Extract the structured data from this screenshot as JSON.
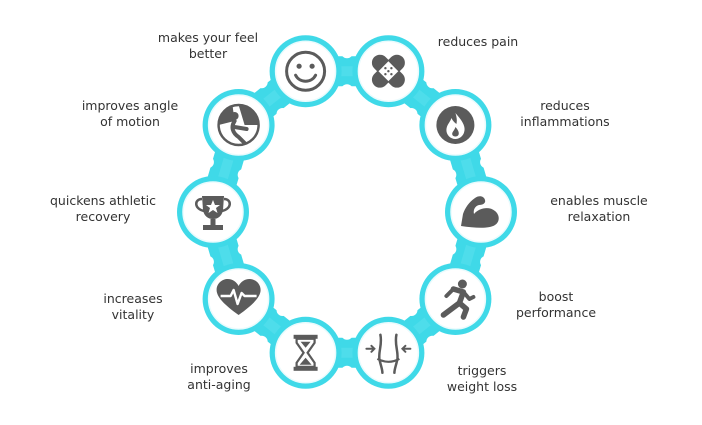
{
  "colors": {
    "ring": "#3fd9e8",
    "ring_light": "#6ae6f1",
    "node_fill": "#ffffff",
    "node_border": "#e9fbfd",
    "icon": "#5b5b5b",
    "text": "#333333"
  },
  "benefits": [
    {
      "id": "reduces-pain",
      "label": "reduces pain",
      "icon": "bandage-icon"
    },
    {
      "id": "reduces-inflammations",
      "label": "reduces\ninflammations",
      "icon": "flame-icon"
    },
    {
      "id": "enables-muscle-relaxation",
      "label": "enables muscle\nrelaxation",
      "icon": "flexed-arm-icon"
    },
    {
      "id": "boost-performance",
      "label": "boost\nperformance",
      "icon": "runner-icon"
    },
    {
      "id": "triggers-weight-loss",
      "label": "triggers\nweight loss",
      "icon": "waist-icon"
    },
    {
      "id": "improves-anti-aging",
      "label": "improves\nanti-aging",
      "icon": "hourglass-icon"
    },
    {
      "id": "increases-vitality",
      "label": "increases\nvitality",
      "icon": "heartbeat-icon"
    },
    {
      "id": "quickens-athletic-recovery",
      "label": "quickens athletic\nrecovery",
      "icon": "trophy-icon"
    },
    {
      "id": "improves-angle-of-motion",
      "label": "improves angle\nof motion",
      "icon": "stretching-figure-icon"
    },
    {
      "id": "makes-you-feel-better",
      "label": "makes your feel\nbetter",
      "icon": "smiley-icon"
    }
  ]
}
